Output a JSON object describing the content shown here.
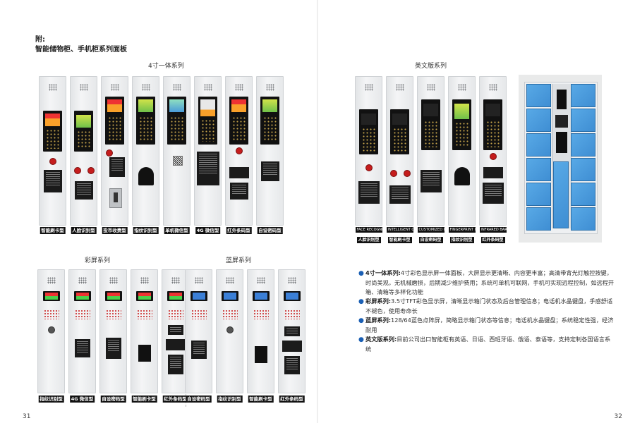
{
  "header": {
    "line1": "附:",
    "line2": "智能储物柜、手机柜系列面板"
  },
  "series": {
    "one_piece_4inch": "4寸一体系列",
    "english": "英文版系列",
    "color": "彩屏系列",
    "blue": "蓝屏系列"
  },
  "panels_4inch": [
    {
      "label": "智能刷卡型",
      "module": "label"
    },
    {
      "label": "人脸识别型",
      "module": "label"
    },
    {
      "label": "投币收费型",
      "module": "coin"
    },
    {
      "label": "指纹识别型",
      "module": "fingerprint"
    },
    {
      "label": "单机微信型",
      "module": "qr"
    },
    {
      "label": "4G 微信型",
      "module": "qr-label"
    },
    {
      "label": "红外条码型",
      "module": "barcode"
    },
    {
      "label": "自设密码型",
      "module": "label"
    }
  ],
  "panels_english": [
    {
      "en": "FACE RECOGNITION",
      "cn": "人脸识别型"
    },
    {
      "en": "INTELLIGENT CARD-SWIPE",
      "cn": "智能刷卡型"
    },
    {
      "en": "CUSTOMIZED CODE",
      "cn": "自设密码型"
    },
    {
      "en": "FINGERPRINT IDENTIFICATION",
      "cn": "指纹识别型"
    },
    {
      "en": "INFRARED BARCODE",
      "cn": "红外条码型"
    }
  ],
  "panels_color": [
    {
      "label": "指纹识别型"
    },
    {
      "label": "4G 微信型"
    },
    {
      "label": "自设密码型"
    },
    {
      "label": "智能刷卡型"
    },
    {
      "label": "红外条码型"
    }
  ],
  "panels_blue": [
    {
      "label": "自设密码型"
    },
    {
      "label": "指纹识别型"
    },
    {
      "label": "智能刷卡型"
    },
    {
      "label": "红外条码型"
    }
  ],
  "descriptions": [
    {
      "term": "4寸一体系列:",
      "text": "4寸彩色显示屏一体面板，大屏显示更清晰、内容更丰富；高清带背光灯触控按键，时尚美观，无机械磨损，后期减少维护费用；系统可单机可联网，手机可实现远程控制，如远程开箱、清箱等多样化功能"
    },
    {
      "term": "彩屏系列:",
      "text": "3.5寸TFT彩色显示屏，清晰显示箱门状态及后台管理信息；电话机水晶键盘，手感舒适不褪色，使用寿命长"
    },
    {
      "term": "蓝屏系列:",
      "text": "128/64蓝色点阵屏，简略显示箱门状态等信息；电话机水晶键盘；系统稳定性强，经济耐用"
    },
    {
      "term": "英文版系列:",
      "text": "目前公司出口智能柜有英语、日语、西班牙语、俄语、泰语等，支持定制各国语言系统"
    }
  ],
  "page_numbers": {
    "left": "31",
    "right": "32"
  },
  "colors": {
    "locker_blue": "#3f8ed3",
    "tag_black": "#111111",
    "bullet_blue": "#1a5fb4"
  }
}
